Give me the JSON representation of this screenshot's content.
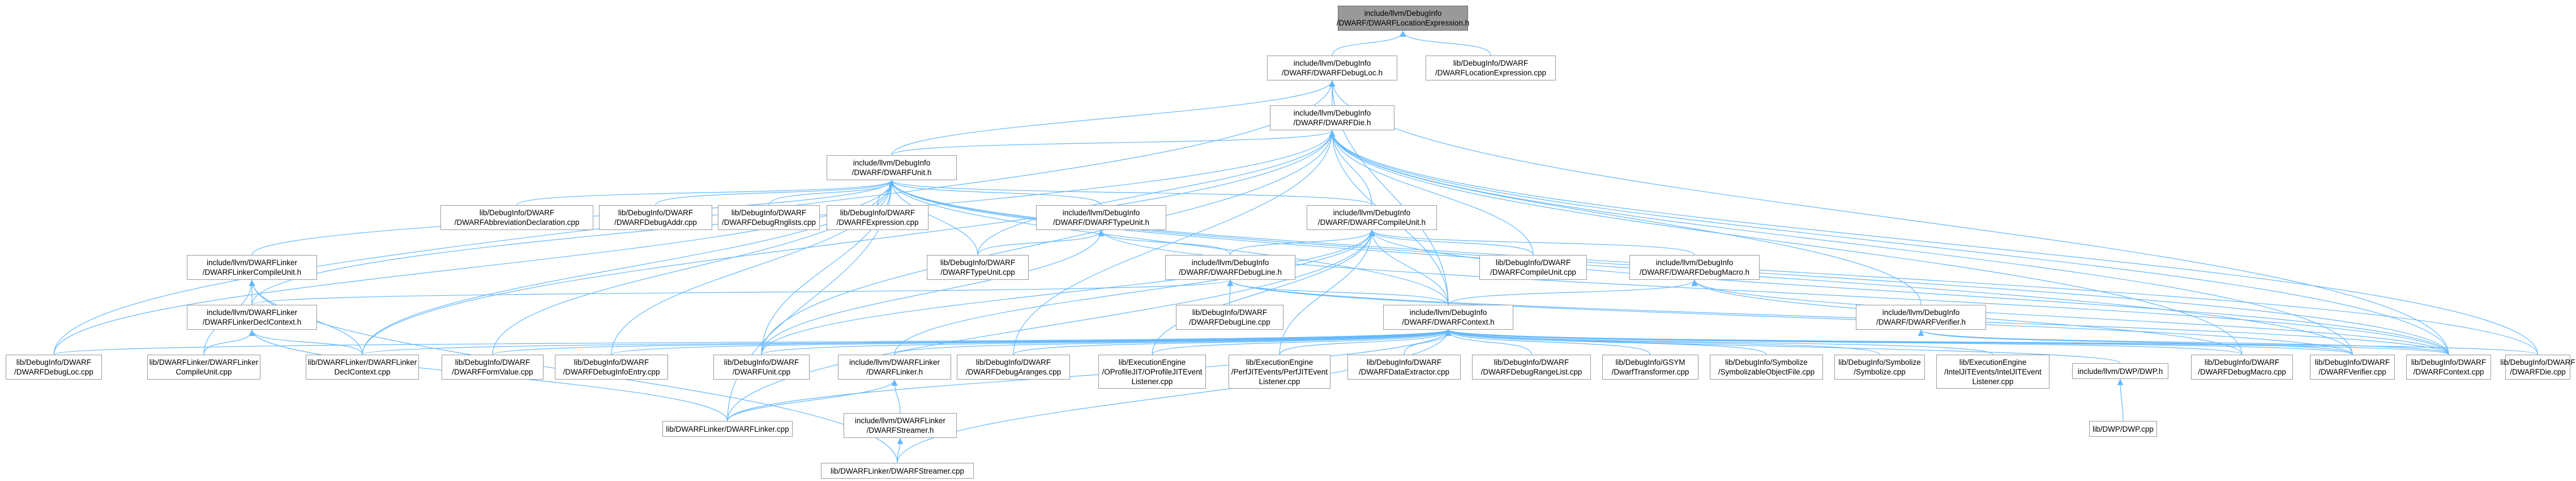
{
  "graph": {
    "edge_color": "#63b8ff",
    "box_border_color": "#999999",
    "root_fill_color": "#999999",
    "nodes": [
      {
        "id": "root",
        "root": true,
        "lines": [
          "include/llvm/DebugInfo",
          "/DWARF/DWARFLocationExpression.h"
        ]
      },
      {
        "id": "debugloc_h",
        "lines": [
          "include/llvm/DebugInfo",
          "/DWARF/DWARFDebugLoc.h"
        ]
      },
      {
        "id": "locexpr_cpp",
        "lines": [
          "lib/DebugInfo/DWARF",
          "/DWARFLocationExpression.cpp"
        ]
      },
      {
        "id": "die_h",
        "lines": [
          "include/llvm/DebugInfo",
          "/DWARF/DWARFDie.h"
        ]
      },
      {
        "id": "unit_h",
        "lines": [
          "include/llvm/DebugInfo",
          "/DWARF/DWARFUnit.h"
        ]
      },
      {
        "id": "abbrev_cpp",
        "lines": [
          "lib/DebugInfo/DWARF",
          "/DWARFAbbreviationDeclaration.cpp"
        ]
      },
      {
        "id": "debugaddr_cpp",
        "lines": [
          "lib/DebugInfo/DWARF",
          "/DWARFDebugAddr.cpp"
        ]
      },
      {
        "id": "rnglists_cpp",
        "lines": [
          "lib/DebugInfo/DWARF",
          "/DWARFDebugRnglists.cpp"
        ]
      },
      {
        "id": "expression_cpp",
        "lines": [
          "lib/DebugInfo/DWARF",
          "/DWARFExpression.cpp"
        ]
      },
      {
        "id": "typeunit_h",
        "lines": [
          "include/llvm/DebugInfo",
          "/DWARF/DWARFTypeUnit.h"
        ]
      },
      {
        "id": "compileunit_h",
        "lines": [
          "include/llvm/DebugInfo",
          "/DWARF/DWARFCompileUnit.h"
        ]
      },
      {
        "id": "linkercu_h",
        "lines": [
          "include/llvm/DWARFLinker",
          "/DWARFLinkerCompileUnit.h"
        ]
      },
      {
        "id": "typeunit_cpp",
        "lines": [
          "lib/DebugInfo/DWARF",
          "/DWARFTypeUnit.cpp"
        ]
      },
      {
        "id": "debugline_h",
        "lines": [
          "include/llvm/DebugInfo",
          "/DWARF/DWARFDebugLine.h"
        ]
      },
      {
        "id": "compileunit_cpp",
        "lines": [
          "lib/DebugInfo/DWARF",
          "/DWARFCompileUnit.cpp"
        ]
      },
      {
        "id": "debugmacro_h",
        "lines": [
          "include/llvm/DebugInfo",
          "/DWARF/DWARFDebugMacro.h"
        ]
      },
      {
        "id": "linkerdecl_h",
        "lines": [
          "include/llvm/DWARFLinker",
          "/DWARFLinkerDeclContext.h"
        ]
      },
      {
        "id": "debugline_cpp",
        "lines": [
          "lib/DebugInfo/DWARF",
          "/DWARFDebugLine.cpp"
        ]
      },
      {
        "id": "context_h",
        "lines": [
          "include/llvm/DebugInfo",
          "/DWARF/DWARFContext.h"
        ]
      },
      {
        "id": "verifier_h",
        "lines": [
          "include/llvm/DebugInfo",
          "/DWARF/DWARFVerifier.h"
        ]
      },
      {
        "id": "debugloc_cpp",
        "lines": [
          "lib/DebugInfo/DWARF",
          "/DWARFDebugLoc.cpp"
        ]
      },
      {
        "id": "linkercu_cpp",
        "lines": [
          "lib/DWARFLinker/DWARFLinker",
          "CompileUnit.cpp"
        ]
      },
      {
        "id": "linkerdecl_cpp",
        "lines": [
          "lib/DWARFLinker/DWARFLinker",
          "DeclContext.cpp"
        ]
      },
      {
        "id": "formvalue_cpp",
        "lines": [
          "lib/DebugInfo/DWARF",
          "/DWARFFormValue.cpp"
        ]
      },
      {
        "id": "debuginfoentry_cpp",
        "lines": [
          "lib/DebugInfo/DWARF",
          "/DWARFDebugInfoEntry.cpp"
        ]
      },
      {
        "id": "unit_cpp",
        "lines": [
          "lib/DebugInfo/DWARF",
          "/DWARFUnit.cpp"
        ]
      },
      {
        "id": "linker_h",
        "lines": [
          "include/llvm/DWARFLinker",
          "/DWARFLinker.h"
        ]
      },
      {
        "id": "debugaranges_cpp",
        "lines": [
          "lib/DebugInfo/DWARF",
          "/DWARFDebugAranges.cpp"
        ]
      },
      {
        "id": "oprofile_cpp",
        "lines": [
          "lib/ExecutionEngine",
          "/OProfileJIT/OProfileJITEvent",
          "Listener.cpp"
        ]
      },
      {
        "id": "perfjit_cpp",
        "lines": [
          "lib/ExecutionEngine",
          "/PerfJITEvents/PerfJITEvent",
          "Listener.cpp"
        ]
      },
      {
        "id": "dataextractor_cpp",
        "lines": [
          "lib/DebugInfo/DWARF",
          "/DWARFDataExtractor.cpp"
        ]
      },
      {
        "id": "rangelist_cpp",
        "lines": [
          "lib/DebugInfo/DWARF",
          "/DWARFDebugRangeList.cpp"
        ]
      },
      {
        "id": "gsym_cpp",
        "lines": [
          "lib/DebugInfo/GSYM",
          "/DwarfTransformer.cpp"
        ]
      },
      {
        "id": "symobj_cpp",
        "lines": [
          "lib/DebugInfo/Symbolize",
          "/SymbolizableObjectFile.cpp"
        ]
      },
      {
        "id": "symbolize_cpp",
        "lines": [
          "lib/DebugInfo/Symbolize",
          "/Symbolize.cpp"
        ]
      },
      {
        "id": "intel_cpp",
        "lines": [
          "lib/ExecutionEngine",
          "/IntelJITEvents/IntelJITEvent",
          "Listener.cpp"
        ]
      },
      {
        "id": "dwp_h",
        "lines": [
          "include/llvm/DWP/DWP.h"
        ]
      },
      {
        "id": "debugmacro_cpp",
        "lines": [
          "lib/DebugInfo/DWARF",
          "/DWARFDebugMacro.cpp"
        ]
      },
      {
        "id": "verifier_cpp",
        "lines": [
          "lib/DebugInfo/DWARF",
          "/DWARFVerifier.cpp"
        ]
      },
      {
        "id": "context_cpp",
        "lines": [
          "lib/DebugInfo/DWARF",
          "/DWARFContext.cpp"
        ]
      },
      {
        "id": "die_cpp",
        "lines": [
          "lib/DebugInfo/DWARF",
          "/DWARFDie.cpp"
        ]
      },
      {
        "id": "linker_cpp",
        "lines": [
          "lib/DWARFLinker/DWARFLinker.cpp"
        ]
      },
      {
        "id": "streamer_h",
        "lines": [
          "include/llvm/DWARFLinker",
          "/DWARFStreamer.h"
        ]
      },
      {
        "id": "dwp_cpp",
        "lines": [
          "lib/DWP/DWP.cpp"
        ]
      },
      {
        "id": "streamer_cpp",
        "lines": [
          "lib/DWARFLinker/DWARFStreamer.cpp"
        ]
      }
    ],
    "edges": [
      [
        "root",
        "debugloc_h"
      ],
      [
        "root",
        "locexpr_cpp"
      ],
      [
        "debugloc_h",
        "die_h"
      ],
      [
        "debugloc_h",
        "unit_h"
      ],
      [
        "debugloc_h",
        "context_h"
      ],
      [
        "debugloc_h",
        "debugloc_cpp"
      ],
      [
        "debugloc_h",
        "context_cpp"
      ],
      [
        "die_h",
        "unit_h"
      ],
      [
        "die_h",
        "compileunit_h"
      ],
      [
        "die_h",
        "verifier_h"
      ],
      [
        "die_h",
        "context_h"
      ],
      [
        "die_h",
        "linkerdecl_h"
      ],
      [
        "die_h",
        "typeunit_cpp"
      ],
      [
        "die_h",
        "compileunit_cpp"
      ],
      [
        "die_h",
        "unit_cpp"
      ],
      [
        "die_h",
        "linkerdecl_cpp"
      ],
      [
        "die_h",
        "debugaranges_cpp"
      ],
      [
        "die_h",
        "verifier_cpp"
      ],
      [
        "die_h",
        "context_cpp"
      ],
      [
        "die_h",
        "die_cpp"
      ],
      [
        "die_h",
        "debugmacro_cpp"
      ],
      [
        "unit_h",
        "abbrev_cpp"
      ],
      [
        "unit_h",
        "debugaddr_cpp"
      ],
      [
        "unit_h",
        "rnglists_cpp"
      ],
      [
        "unit_h",
        "expression_cpp"
      ],
      [
        "unit_h",
        "typeunit_h"
      ],
      [
        "unit_h",
        "compileunit_h"
      ],
      [
        "unit_h",
        "linkercu_h"
      ],
      [
        "unit_h",
        "context_h"
      ],
      [
        "unit_h",
        "typeunit_cpp"
      ],
      [
        "unit_h",
        "debugloc_cpp"
      ],
      [
        "unit_h",
        "linkerdecl_cpp"
      ],
      [
        "unit_h",
        "formvalue_cpp"
      ],
      [
        "unit_h",
        "debuginfoentry_cpp"
      ],
      [
        "unit_h",
        "unit_cpp"
      ],
      [
        "unit_h",
        "linker_cpp"
      ],
      [
        "unit_h",
        "context_cpp"
      ],
      [
        "unit_h",
        "die_cpp"
      ],
      [
        "unit_h",
        "verifier_cpp"
      ],
      [
        "typeunit_h",
        "typeunit_cpp"
      ],
      [
        "typeunit_h",
        "debugline_h"
      ],
      [
        "typeunit_h",
        "unit_cpp"
      ],
      [
        "typeunit_h",
        "context_cpp"
      ],
      [
        "compileunit_h",
        "debugline_h"
      ],
      [
        "compileunit_h",
        "compileunit_cpp"
      ],
      [
        "compileunit_h",
        "debugmacro_h"
      ],
      [
        "compileunit_h",
        "context_h"
      ],
      [
        "compileunit_h",
        "linker_h"
      ],
      [
        "compileunit_h",
        "oprofile_cpp"
      ],
      [
        "compileunit_h",
        "perfjit_cpp"
      ],
      [
        "compileunit_h",
        "unit_cpp"
      ],
      [
        "compileunit_h",
        "linker_cpp"
      ],
      [
        "compileunit_h",
        "context_cpp"
      ],
      [
        "linkercu_h",
        "linkerdecl_h"
      ],
      [
        "linkercu_h",
        "linkercu_cpp"
      ],
      [
        "linkercu_h",
        "streamer_cpp"
      ],
      [
        "linkercu_h",
        "linkerdecl_cpp"
      ],
      [
        "debugline_h",
        "debugline_cpp"
      ],
      [
        "debugline_h",
        "context_h"
      ],
      [
        "debugline_h",
        "linkerdecl_h"
      ],
      [
        "debugline_h",
        "verifier_cpp"
      ],
      [
        "debugline_h",
        "context_cpp"
      ],
      [
        "debugmacro_h",
        "context_h"
      ],
      [
        "debugmacro_h",
        "debugmacro_cpp"
      ],
      [
        "debugmacro_h",
        "context_cpp"
      ],
      [
        "linkerdecl_h",
        "linkercu_cpp"
      ],
      [
        "linkerdecl_h",
        "linkerdecl_cpp"
      ],
      [
        "linkerdecl_h",
        "linker_cpp"
      ],
      [
        "verifier_h",
        "verifier_cpp"
      ],
      [
        "verifier_h",
        "context_cpp"
      ],
      [
        "context_h",
        "debugloc_cpp"
      ],
      [
        "context_h",
        "linkerdecl_cpp"
      ],
      [
        "context_h",
        "formvalue_cpp"
      ],
      [
        "context_h",
        "debuginfoentry_cpp"
      ],
      [
        "context_h",
        "unit_cpp"
      ],
      [
        "context_h",
        "linker_h"
      ],
      [
        "context_h",
        "debugaranges_cpp"
      ],
      [
        "context_h",
        "oprofile_cpp"
      ],
      [
        "context_h",
        "perfjit_cpp"
      ],
      [
        "context_h",
        "dataextractor_cpp"
      ],
      [
        "context_h",
        "rangelist_cpp"
      ],
      [
        "context_h",
        "gsym_cpp"
      ],
      [
        "context_h",
        "symobj_cpp"
      ],
      [
        "context_h",
        "symbolize_cpp"
      ],
      [
        "context_h",
        "intel_cpp"
      ],
      [
        "context_h",
        "dwp_h"
      ],
      [
        "context_h",
        "debugmacro_cpp"
      ],
      [
        "context_h",
        "verifier_cpp"
      ],
      [
        "context_h",
        "context_cpp"
      ],
      [
        "context_h",
        "die_cpp"
      ],
      [
        "context_h",
        "linker_cpp"
      ],
      [
        "context_h",
        "streamer_cpp"
      ],
      [
        "linker_h",
        "linker_cpp"
      ],
      [
        "linker_h",
        "streamer_h"
      ],
      [
        "streamer_h",
        "streamer_cpp"
      ],
      [
        "dwp_h",
        "dwp_cpp"
      ]
    ]
  }
}
